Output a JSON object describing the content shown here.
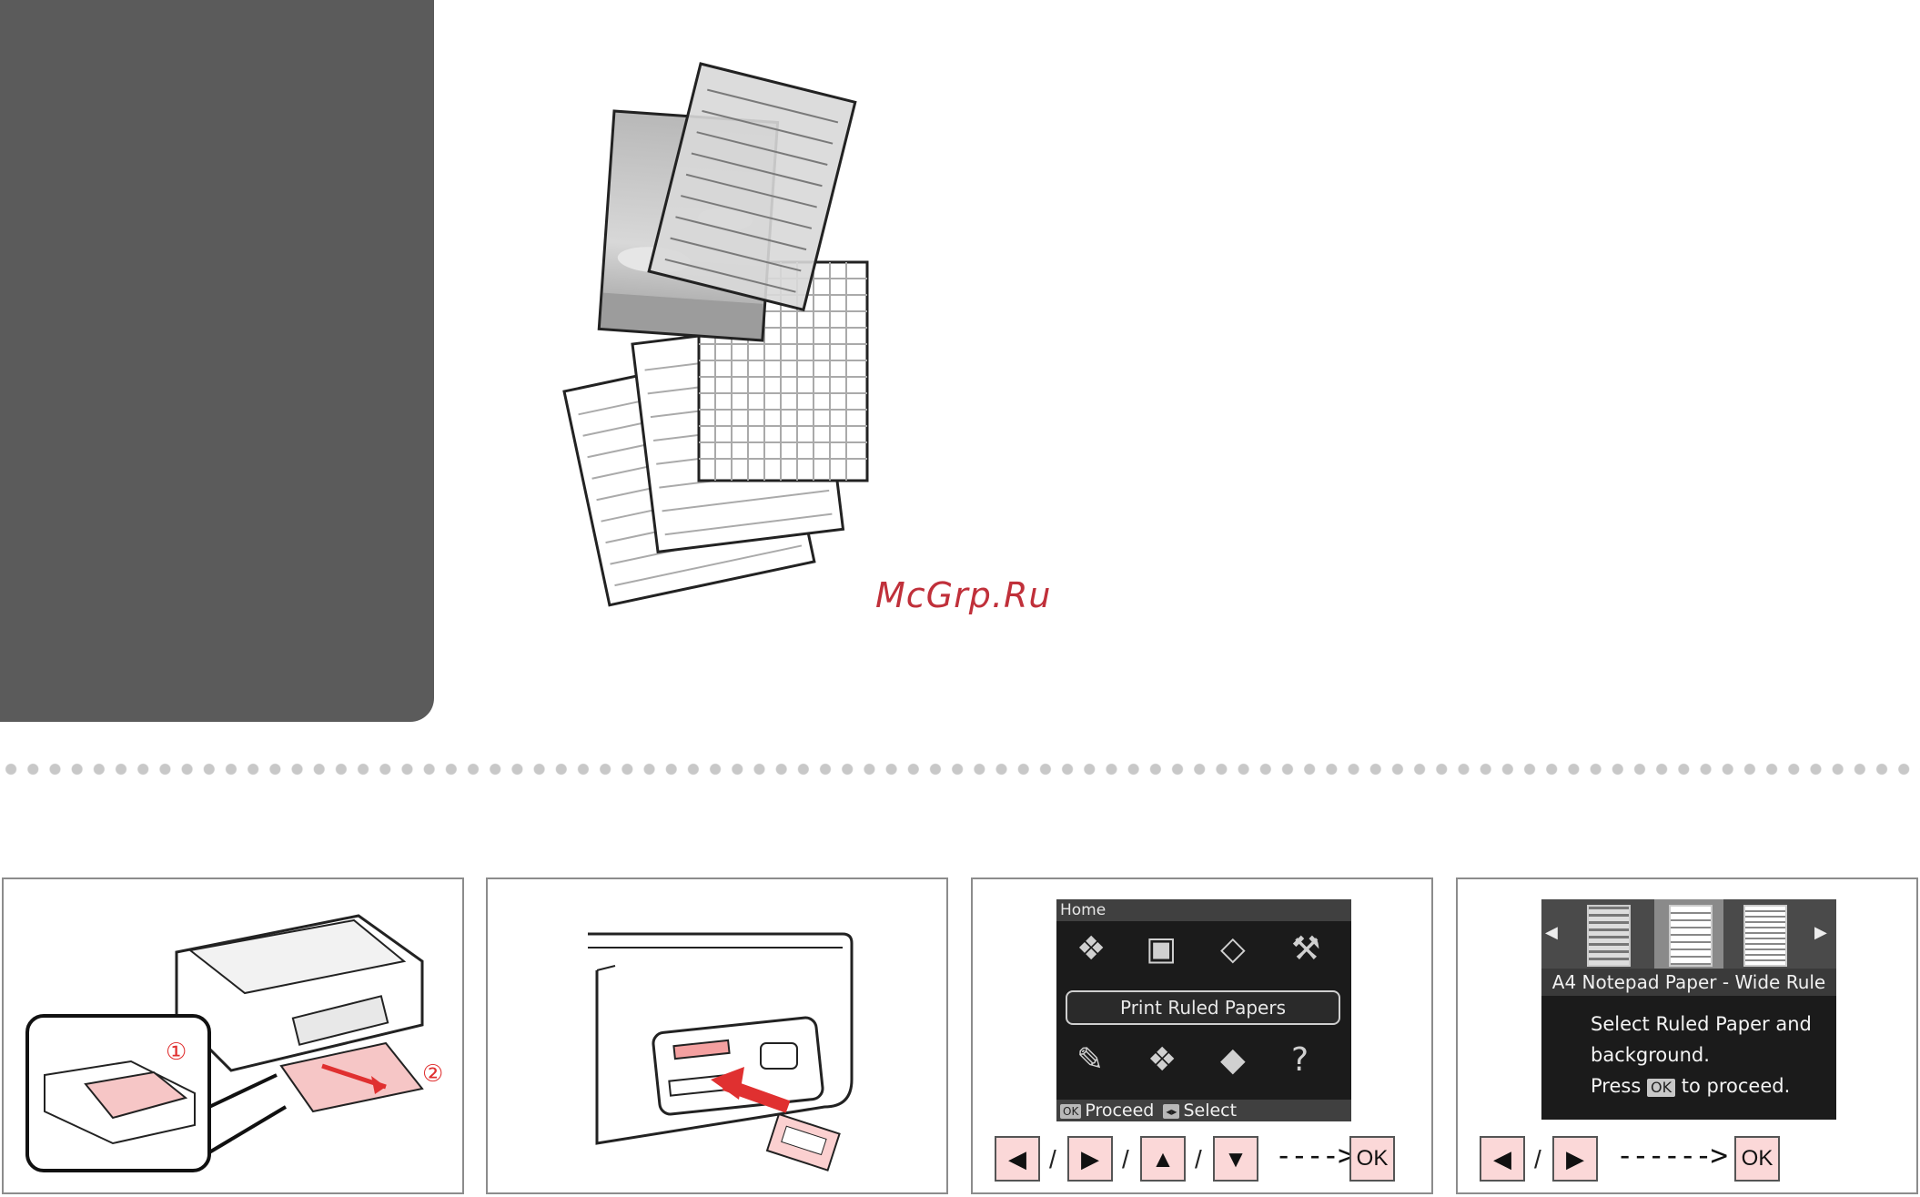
{
  "watermark": "McGrp.Ru",
  "panel1": {
    "circled_1": "①",
    "circled_2": "②"
  },
  "panel3": {
    "screen_header": "Home",
    "highlight_label": "Print Ruled Papers",
    "footer_ok": "OK",
    "footer_proceed": "Proceed",
    "footer_select": "Select",
    "buttons": {
      "left": "◀",
      "right": "▶",
      "up": "▲",
      "down": "▼",
      "sep": "/",
      "arrow": "---->",
      "ok": "OK"
    }
  },
  "panel4": {
    "nav_left": "◀",
    "nav_right": "▶",
    "title": "A4 Notepad Paper - Wide Rule",
    "line1": "Select Ruled Paper and",
    "line2": "background.",
    "line3_pre": "Press",
    "line3_ok": "OK",
    "line3_post": "to proceed.",
    "buttons": {
      "left": "◀",
      "right": "▶",
      "sep": "/",
      "arrow": "------>",
      "ok": "OK"
    }
  }
}
